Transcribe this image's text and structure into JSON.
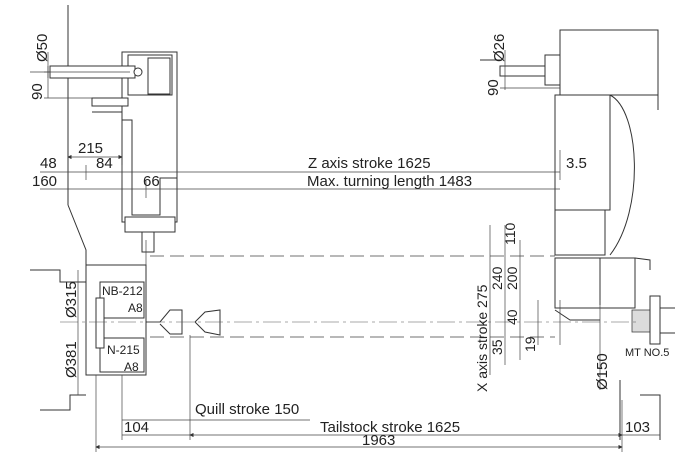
{
  "labels": {
    "dia50": "Ø50",
    "dim90_left": "90",
    "dia26": "Ø26",
    "dim90_right": "90",
    "dim215": "215",
    "dim48": "48",
    "dim84": "84",
    "z_stroke": "Z axis stroke 1625",
    "dim3_5": "3.5",
    "dim160": "160",
    "dim66": "66",
    "max_turning": "Max. turning length 1483",
    "dim110": "110",
    "dim275": "X axis stroke 275",
    "dim240": "240",
    "dim200": "200",
    "dim40": "40",
    "dim35": "35",
    "dim19": "19",
    "dia315": "Ø315",
    "dia381": "Ø381",
    "nb212": "NB-212",
    "a8_top": "A8",
    "n215": "N-215",
    "a8_bottom": "A8",
    "dia150": "Ø150",
    "mt_no": "MT NO.5",
    "quill": "Quill stroke 150",
    "dim104": "104",
    "tailstock": "Tailstock stroke 1625",
    "dim103": "103",
    "dim1963": "1963"
  }
}
